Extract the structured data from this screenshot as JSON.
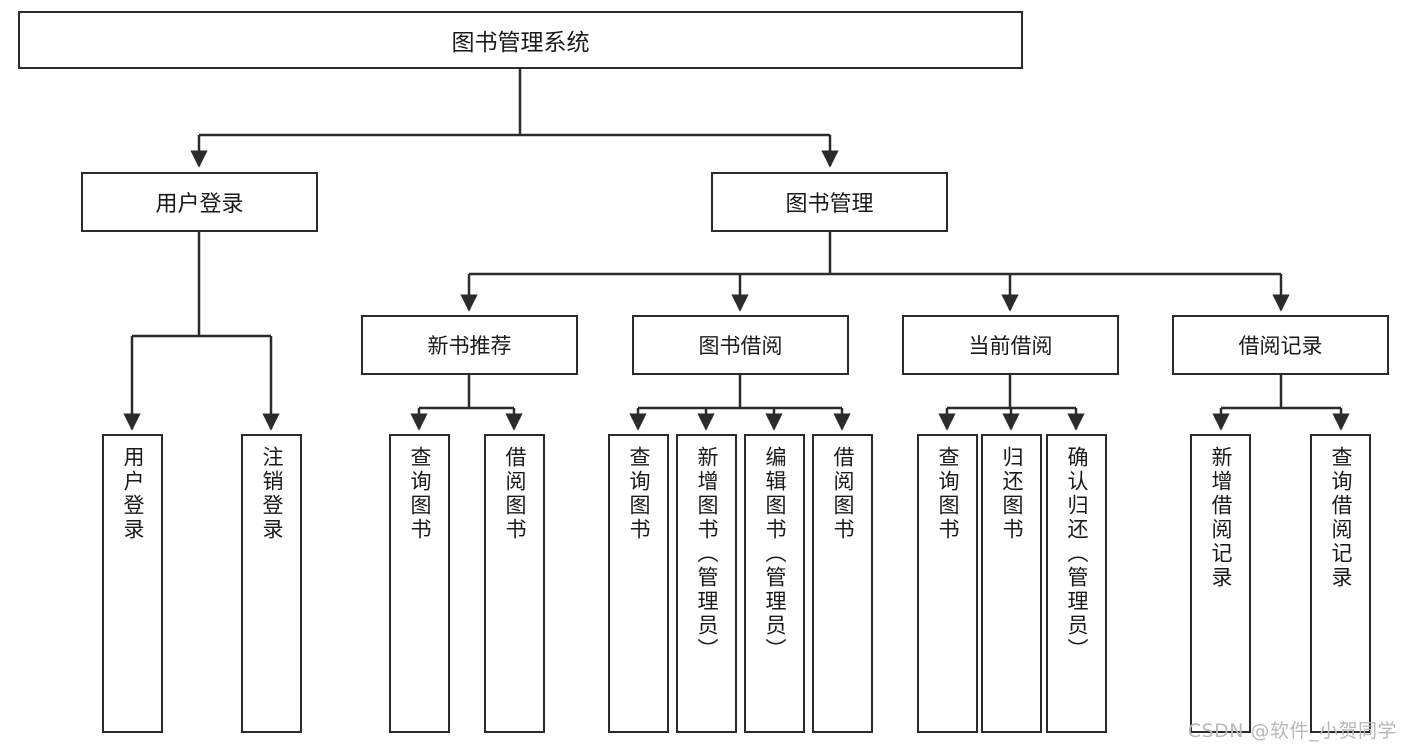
{
  "diagram": {
    "title": "图书管理系统",
    "type": "tree-hierarchy",
    "root": {
      "label": "图书管理系统"
    },
    "level1": [
      {
        "label": "用户登录"
      },
      {
        "label": "图书管理"
      }
    ],
    "level2": [
      {
        "label": "新书推荐",
        "parent": "图书管理"
      },
      {
        "label": "图书借阅",
        "parent": "图书管理"
      },
      {
        "label": "当前借阅",
        "parent": "图书管理"
      },
      {
        "label": "借阅记录",
        "parent": "图书管理"
      }
    ],
    "leaves": {
      "user_login": [
        {
          "label": "用户登录"
        },
        {
          "label": "注销登录"
        }
      ],
      "new_book_recommend": [
        {
          "label": "查询图书"
        },
        {
          "label": "借阅图书"
        }
      ],
      "book_borrow": [
        {
          "label": "查询图书"
        },
        {
          "label": "新增图书（管理员）"
        },
        {
          "label": "编辑图书（管理员）"
        },
        {
          "label": "借阅图书"
        }
      ],
      "current_borrow": [
        {
          "label": "查询图书"
        },
        {
          "label": "归还图书"
        },
        {
          "label": "确认归还（管理员）"
        }
      ],
      "borrow_record": [
        {
          "label": "新增借阅记录"
        },
        {
          "label": "查询借阅记录"
        }
      ]
    }
  },
  "watermark": {
    "text": "CSDN @软件_小贺同学"
  },
  "colors": {
    "stroke": "#2b2b2b",
    "fill": "#ffffff",
    "text": "#1a1a1a",
    "watermark": "#b8b8b8"
  }
}
